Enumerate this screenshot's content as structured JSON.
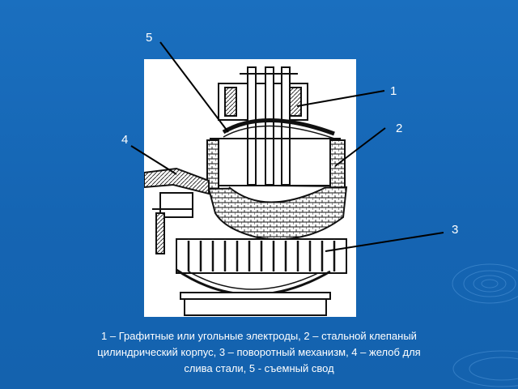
{
  "slide": {
    "background_color": "#1565b3",
    "labels": [
      "1",
      "2",
      "3",
      "4",
      "5"
    ],
    "caption_lines": [
      "1 – Графитные или угольные электроды, 2 – стальной клепаный",
      "цилиндрический корпус, 3 – поворотный механизм, 4 – желоб для",
      "слива стали, 5 - съемный свод"
    ]
  }
}
